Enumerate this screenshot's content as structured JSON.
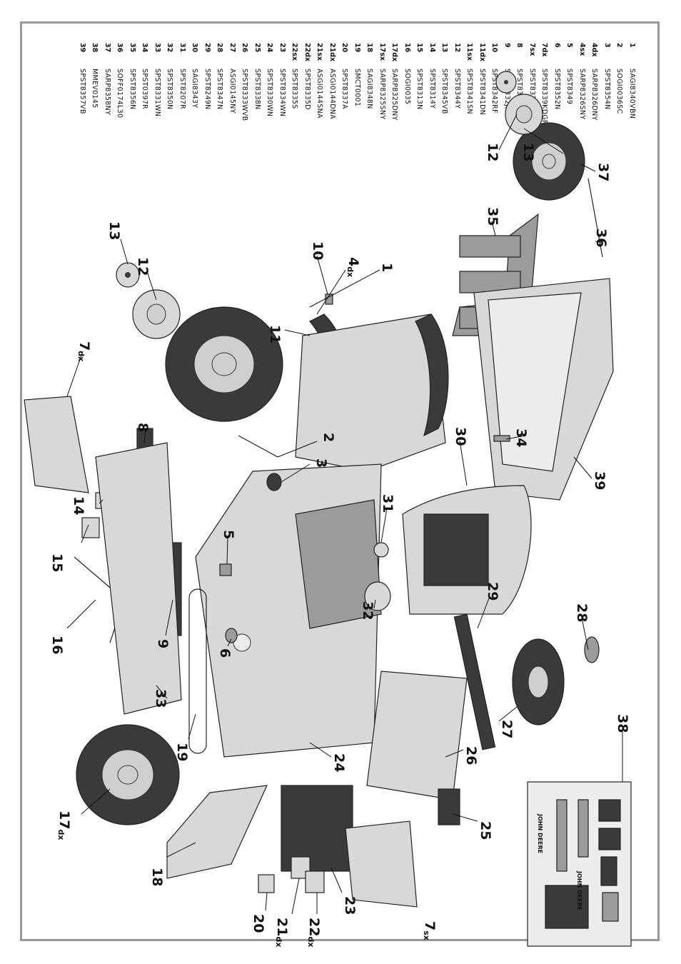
{
  "parts_list": [
    {
      "num": "1",
      "code": "SAGI8340VBN"
    },
    {
      "num": "2",
      "code": "SOGI0036SC"
    },
    {
      "num": "3",
      "code": "SPST8354N"
    },
    {
      "num": "4dx",
      "code": "SARP8326DNY"
    },
    {
      "num": "4sx",
      "code": "SARP8326SNY"
    },
    {
      "num": "5",
      "code": "SPST8349"
    },
    {
      "num": "6",
      "code": "SPST8352N"
    },
    {
      "num": "7dx",
      "code": "SPST8339KDGR"
    },
    {
      "num": "7sx",
      "code": "SPST8339KSGR"
    },
    {
      "num": "8",
      "code": "SPST8332KNP"
    },
    {
      "num": "9",
      "code": "SPST8332JNP"
    },
    {
      "num": "10",
      "code": "SPST8342RF"
    },
    {
      "num": "11dx",
      "code": "SPST8341DN"
    },
    {
      "num": "11sx",
      "code": "SPST8341SN"
    },
    {
      "num": "12",
      "code": "SPST8344Y"
    },
    {
      "num": "13",
      "code": "SPST8345VB"
    },
    {
      "num": "14",
      "code": "SPST8314Y"
    },
    {
      "num": "15",
      "code": "SPST8313N"
    },
    {
      "num": "16",
      "code": "SOGI0035"
    },
    {
      "num": "17dx",
      "code": "SARP8325DNY"
    },
    {
      "num": "17sx",
      "code": "SARP8325SNY"
    },
    {
      "num": "18",
      "code": "SAGI8348N"
    },
    {
      "num": "19",
      "code": "SMCT0001"
    },
    {
      "num": "20",
      "code": "SPST8337A"
    },
    {
      "num": "21dx",
      "code": "ASGI0144DNA"
    },
    {
      "num": "21sx",
      "code": "ASGI0144SNA"
    },
    {
      "num": "22dx",
      "code": "SPST8335D"
    },
    {
      "num": "22sx",
      "code": "SPST8335S"
    },
    {
      "num": "23",
      "code": "SPST8334WN"
    },
    {
      "num": "24",
      "code": "SPST8330WN"
    },
    {
      "num": "25",
      "code": "SPST8338N"
    },
    {
      "num": "26",
      "code": "SPST8333WVB"
    },
    {
      "num": "27",
      "code": "ASGI0145NY"
    },
    {
      "num": "28",
      "code": "SPST8347N"
    },
    {
      "num": "29",
      "code": "SPST8249N"
    },
    {
      "num": "30",
      "code": "SAGI8343Y"
    },
    {
      "num": "31",
      "code": "SPST8207R"
    },
    {
      "num": "32",
      "code": "SPST8350N"
    },
    {
      "num": "33",
      "code": "SPST8331WN"
    },
    {
      "num": "34",
      "code": "SPST0397R"
    },
    {
      "num": "35",
      "code": "SPST8356N"
    },
    {
      "num": "36",
      "code": "SOFF0174L30"
    },
    {
      "num": "37",
      "code": "SARP8358NY"
    },
    {
      "num": "38",
      "code": "MMEV0145"
    },
    {
      "num": "39",
      "code": "SPST8357VB"
    }
  ],
  "callouts": {
    "c1": "1",
    "c2": "2",
    "c3": "3",
    "c4": "4",
    "c4_sfx": "dx",
    "c5": "5",
    "c6": "6",
    "c7a": "7",
    "c7a_sfx": "dx",
    "c7b": "7",
    "c7b_sfx": "sx",
    "c8": "8",
    "c9": "9",
    "c10": "10",
    "c11": "11",
    "c12a": "12",
    "c12b": "12",
    "c13a": "13",
    "c13b": "13",
    "c14": "14",
    "c15": "15",
    "c16": "16",
    "c17": "17",
    "c17_sfx": "dx",
    "c18": "18",
    "c19": "19",
    "c20": "20",
    "c21": "21",
    "c21_sfx": "dx",
    "c22": "22",
    "c22_sfx": "dx",
    "c23": "23",
    "c24": "24",
    "c25": "25",
    "c26": "26",
    "c27": "27",
    "c28": "28",
    "c29": "29",
    "c30": "30",
    "c31": "31",
    "c32": "32",
    "c33": "33",
    "c34": "34",
    "c35": "35",
    "c36": "36",
    "c37": "37",
    "c38": "38",
    "c39": "39"
  },
  "decal_sheet": {
    "brand_a": "JOHN DEERE",
    "brand_b": "JOHN DEERE"
  }
}
